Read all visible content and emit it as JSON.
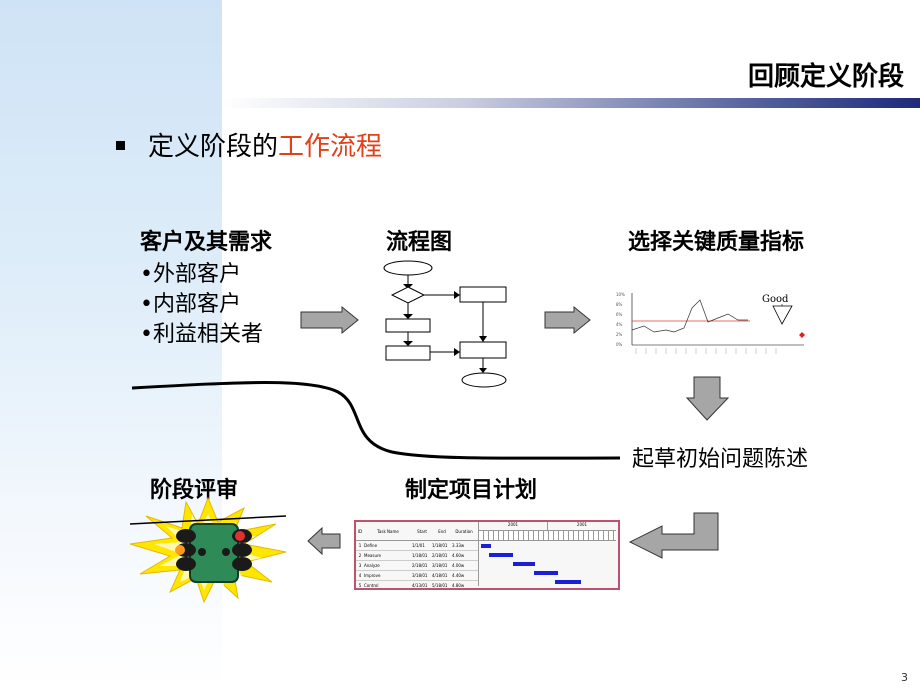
{
  "slide": {
    "title": "回顾定义阶段",
    "subtitle_prefix": "定义阶段的",
    "subtitle_highlight": "工作流程",
    "page_number": "3"
  },
  "steps": {
    "customers": {
      "label": "客户及其需求",
      "items": [
        "•外部客户",
        "•内部客户",
        "•利益相关者"
      ]
    },
    "flowchart": {
      "label": "流程图"
    },
    "ctq": {
      "label": "选择关键质量指标",
      "chart_note": "Good",
      "axis_ticks": [
        "10%",
        "8%",
        "6%",
        "4%",
        "2%",
        "0%"
      ]
    },
    "problem": {
      "label": "起草初始问题陈述"
    },
    "plan": {
      "label": "制定项目计划",
      "table_headers": [
        "ID",
        "Task Name",
        "Start",
        "End",
        "Duration"
      ],
      "tasks": [
        {
          "id": "1",
          "name": "Define",
          "start": "1/1/01",
          "end": "1/18/01",
          "dur": "3.33w"
        },
        {
          "id": "2",
          "name": "Measure",
          "start": "1/18/01",
          "end": "2/18/01",
          "dur": "4.60w"
        },
        {
          "id": "3",
          "name": "Analyze",
          "start": "2/18/01",
          "end": "3/18/01",
          "dur": "4.00w"
        },
        {
          "id": "4",
          "name": "Improve",
          "start": "3/18/01",
          "end": "4/18/01",
          "dur": "4.40w"
        },
        {
          "id": "5",
          "name": "Control",
          "start": "4/13/01",
          "end": "5/18/01",
          "dur": "4.80w"
        }
      ],
      "periods": [
        "2001",
        "2001"
      ]
    },
    "review": {
      "label": "阶段评审"
    }
  },
  "colors": {
    "highlight": "#e0401a",
    "arrow_fill": "#a6a6a6",
    "gantt_bar": "#1b1fd6",
    "gantt_border": "#c05070"
  }
}
